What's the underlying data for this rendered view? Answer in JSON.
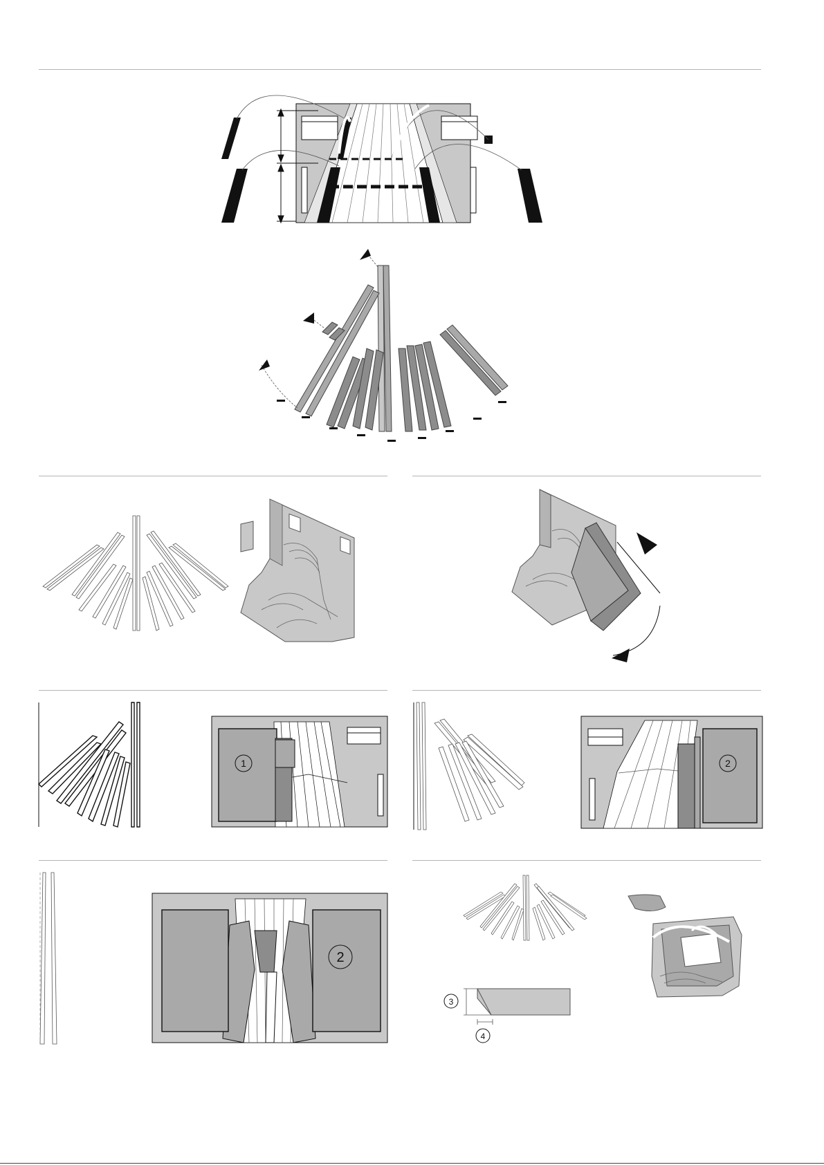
{
  "colors": {
    "paper": "#ffffff",
    "rule": "#b4b4b4",
    "panel_gray": "#c8c8c8",
    "mid_gray": "#a9a9a9",
    "dark_gray": "#8c8c8c",
    "ink": "#111111"
  },
  "callouts": {
    "panel_one": "1",
    "panel_two": "2",
    "panel_two_large": "2",
    "dimension_height": "3",
    "dimension_width": "4"
  }
}
